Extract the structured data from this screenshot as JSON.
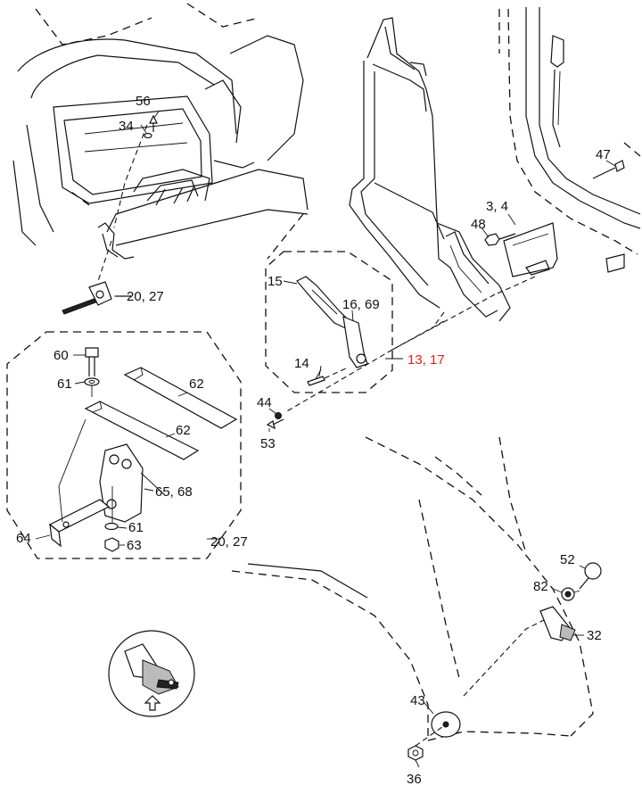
{
  "diagram": {
    "highlight_color": "#e0201a",
    "callouts": {
      "c56": "56",
      "c34": "34",
      "c20_27_top": "20, 27",
      "c15": "15",
      "c16_69": "16, 69",
      "c14": "14",
      "c13_17": "13, 17",
      "c47": "47",
      "c3_4": "3, 4",
      "c48": "48",
      "c44": "44",
      "c53": "53",
      "c60": "60",
      "c61_top": "61",
      "c62_top": "62",
      "c62_bottom": "62",
      "c65_68": "65, 68",
      "c61_bottom": "61",
      "c63": "63",
      "c64": "64",
      "c20_27_bottom": "20, 27",
      "c52": "52",
      "c82": "82",
      "c32": "32",
      "c43": "43",
      "c36": "36"
    },
    "view_indicator": {
      "icon": "vehicle-view-icon",
      "arrow_icon": "view-direction-arrow-icon"
    }
  }
}
